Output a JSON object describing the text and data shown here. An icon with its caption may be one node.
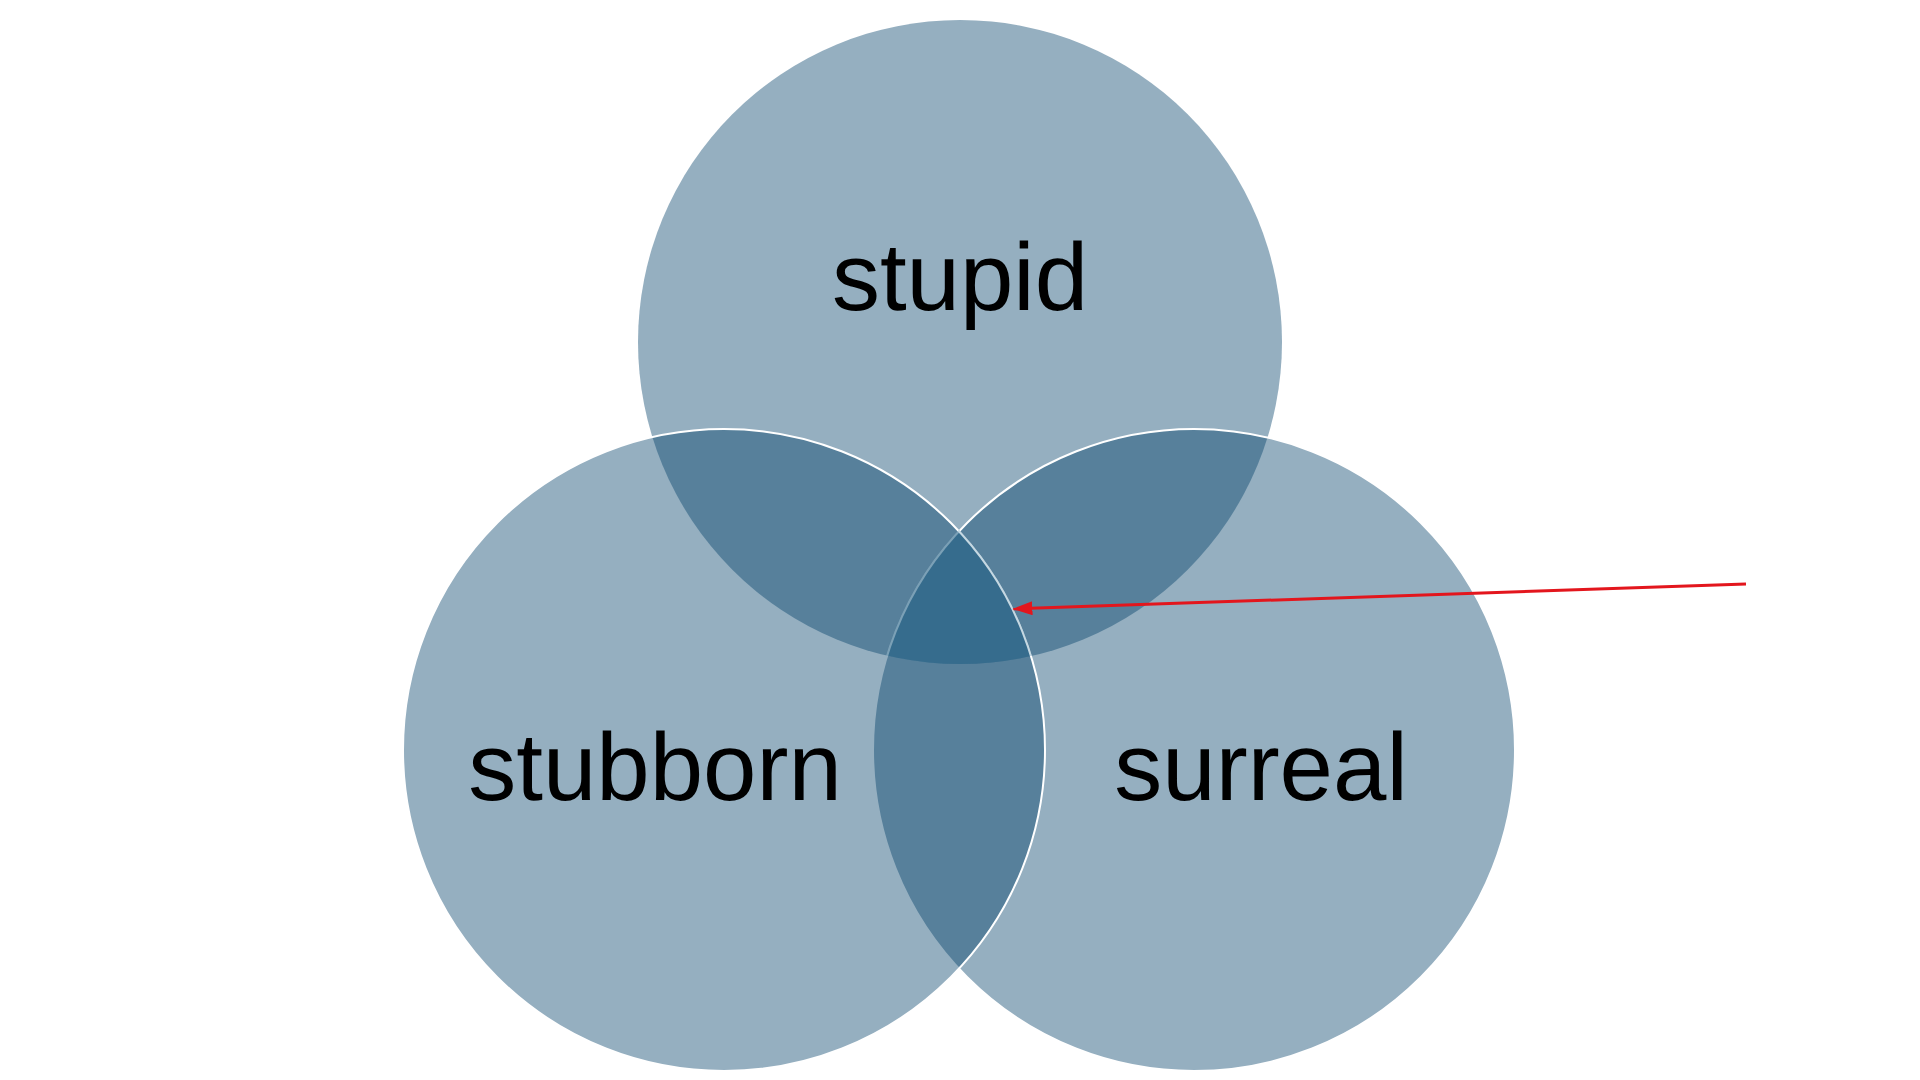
{
  "diagram": {
    "nodes": [
      {
        "text": [
          "stupid"
        ]
      },
      {
        "text": [
          "stubborn"
        ]
      },
      {
        "text": [
          "surreal"
        ]
      },
      {
        "text": [],
        "shape": "triangle"
      }
    ],
    "edges": [
      {
        "from": null,
        "to": 3,
        "arrow": "to",
        "color": "#e3161d"
      }
    ]
  }
}
